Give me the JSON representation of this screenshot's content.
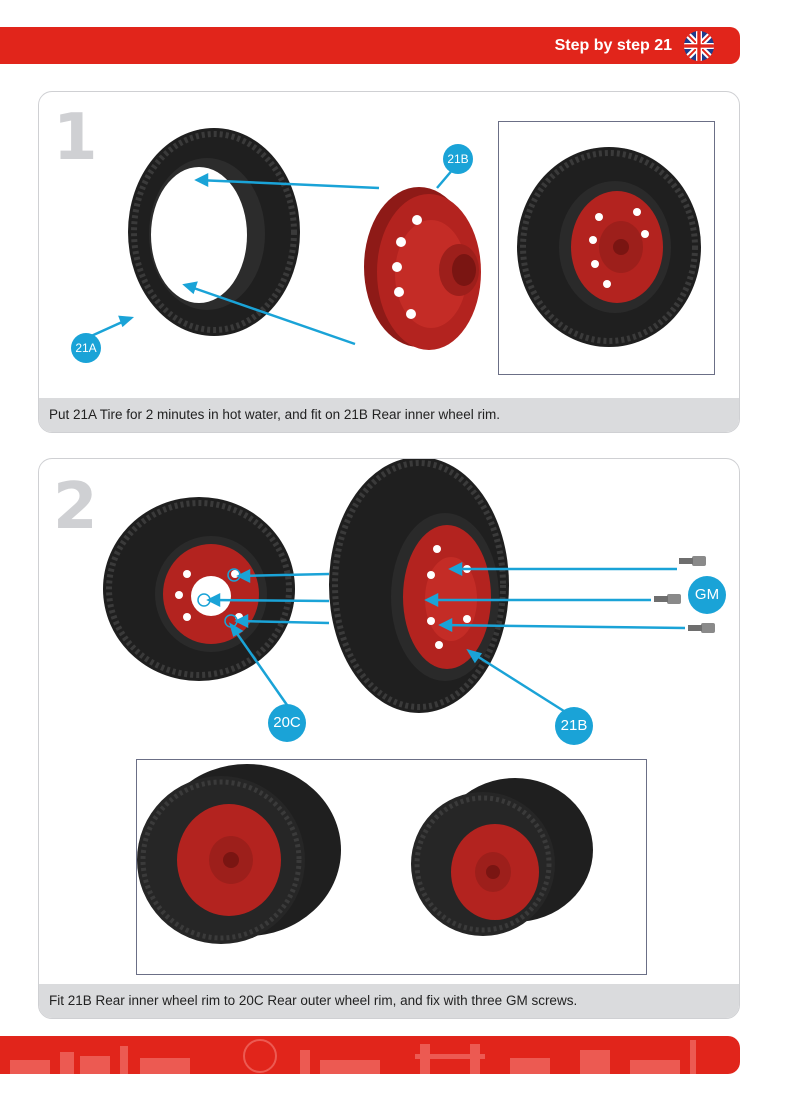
{
  "header": {
    "title": "Step by step 21",
    "flag_icon": "uk-flag-icon"
  },
  "steps": [
    {
      "number": "1",
      "caption": "Put 21A Tire for 2 minutes in hot water, and fit on 21B Rear inner wheel rim.",
      "labels": {
        "tire": "21A",
        "rim": "21B"
      }
    },
    {
      "number": "2",
      "caption": "Fit 21B Rear inner wheel rim to 20C Rear outer wheel rim, and fix with three GM screws.",
      "labels": {
        "outer_rim": "20C",
        "inner_rim": "21B",
        "screws": "GM"
      }
    }
  ],
  "colors": {
    "brand_red": "#e1251b",
    "callout_blue": "#1aa3d7",
    "rim_red": "#b3231f",
    "tire_black": "#1f1f1f"
  }
}
